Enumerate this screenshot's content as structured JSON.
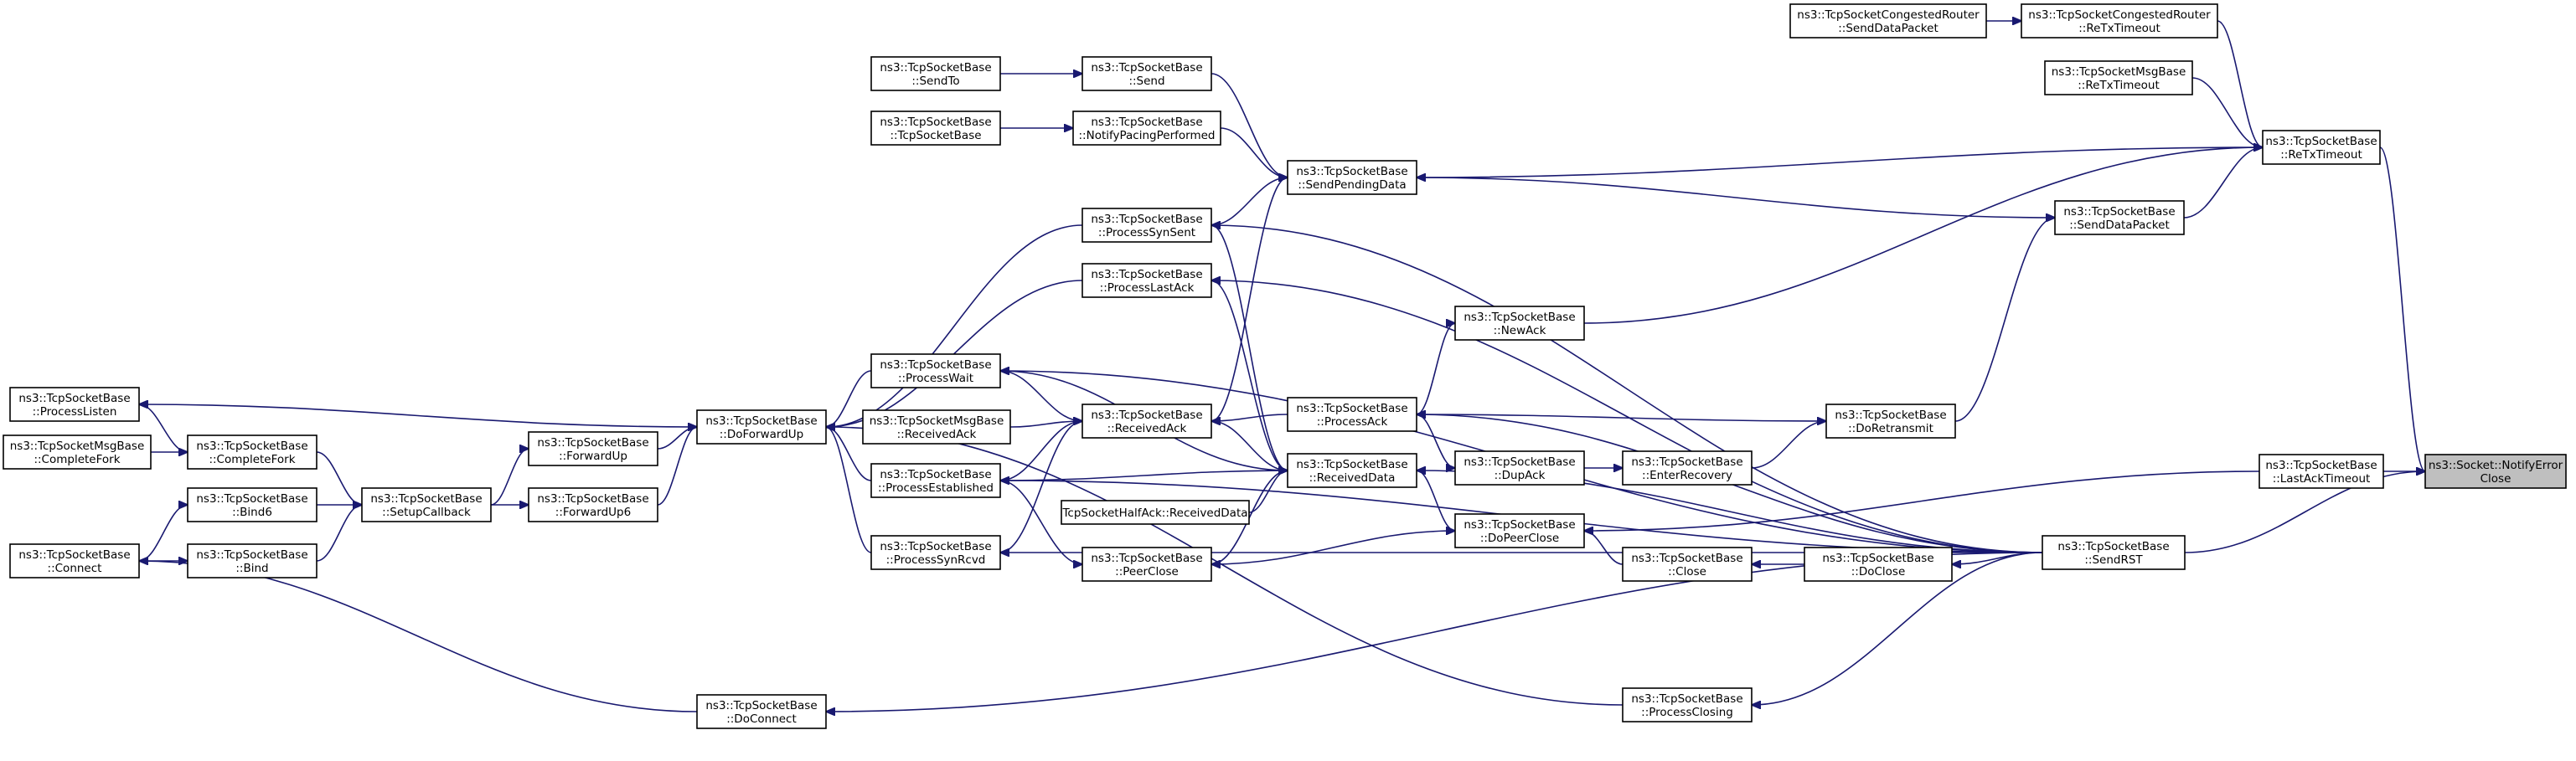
{
  "graph": {
    "nodes": [
      {
        "id": "notifyErrorClose",
        "lines": [
          "ns3::Socket::NotifyError",
          "Close"
        ],
        "focus": true
      },
      {
        "id": "retxTimeout",
        "lines": [
          "ns3::TcpSocketBase",
          "::ReTxTimeout"
        ]
      },
      {
        "id": "lastAckTimeout",
        "lines": [
          "ns3::TcpSocketBase",
          "::LastAckTimeout"
        ]
      },
      {
        "id": "sendRST",
        "lines": [
          "ns3::TcpSocketBase",
          "::SendRST"
        ]
      },
      {
        "id": "congRetx",
        "lines": [
          "ns3::TcpSocketCongestedRouter",
          "::ReTxTimeout"
        ]
      },
      {
        "id": "congSendDataPacket",
        "lines": [
          "ns3::TcpSocketCongestedRouter",
          "::SendDataPacket"
        ]
      },
      {
        "id": "msgRetx",
        "lines": [
          "ns3::TcpSocketMsgBase",
          "::ReTxTimeout"
        ]
      },
      {
        "id": "sendDataPacket",
        "lines": [
          "ns3::TcpSocketBase",
          "::SendDataPacket"
        ]
      },
      {
        "id": "sendPendingData",
        "lines": [
          "ns3::TcpSocketBase",
          "::SendPendingData"
        ]
      },
      {
        "id": "send",
        "lines": [
          "ns3::TcpSocketBase",
          "::Send"
        ]
      },
      {
        "id": "sendTo",
        "lines": [
          "ns3::TcpSocketBase",
          "::SendTo"
        ]
      },
      {
        "id": "notifyPacing",
        "lines": [
          "ns3::TcpSocketBase",
          "::NotifyPacingPerformed"
        ]
      },
      {
        "id": "tcpSocketBaseCtor",
        "lines": [
          "ns3::TcpSocketBase",
          "::TcpSocketBase"
        ]
      },
      {
        "id": "processSynSent",
        "lines": [
          "ns3::TcpSocketBase",
          "::ProcessSynSent"
        ]
      },
      {
        "id": "processLastAck",
        "lines": [
          "ns3::TcpSocketBase",
          "::ProcessLastAck"
        ]
      },
      {
        "id": "newAck",
        "lines": [
          "ns3::TcpSocketBase",
          "::NewAck"
        ]
      },
      {
        "id": "processWait",
        "lines": [
          "ns3::TcpSocketBase",
          "::ProcessWait"
        ]
      },
      {
        "id": "receivedAck",
        "lines": [
          "ns3::TcpSocketBase",
          "::ReceivedAck"
        ]
      },
      {
        "id": "processAck",
        "lines": [
          "ns3::TcpSocketBase",
          "::ProcessAck"
        ]
      },
      {
        "id": "doRetransmit",
        "lines": [
          "ns3::TcpSocketBase",
          "::DoRetransmit"
        ]
      },
      {
        "id": "msgReceivedAck",
        "lines": [
          "ns3::TcpSocketMsgBase",
          "::ReceivedAck"
        ]
      },
      {
        "id": "processEstablished",
        "lines": [
          "ns3::TcpSocketBase",
          "::ProcessEstablished"
        ]
      },
      {
        "id": "receivedData",
        "lines": [
          "ns3::TcpSocketBase",
          "::ReceivedData"
        ]
      },
      {
        "id": "dupAck",
        "lines": [
          "ns3::TcpSocketBase",
          "::DupAck"
        ]
      },
      {
        "id": "enterRecovery",
        "lines": [
          "ns3::TcpSocketBase",
          "::EnterRecovery"
        ]
      },
      {
        "id": "halfAckReceivedData",
        "lines": [
          "TcpSocketHalfAck::ReceivedData"
        ]
      },
      {
        "id": "doPeerClose",
        "lines": [
          "ns3::TcpSocketBase",
          "::DoPeerClose"
        ]
      },
      {
        "id": "processSynRcvd",
        "lines": [
          "ns3::TcpSocketBase",
          "::ProcessSynRcvd"
        ]
      },
      {
        "id": "peerClose",
        "lines": [
          "ns3::TcpSocketBase",
          "::PeerClose"
        ]
      },
      {
        "id": "close",
        "lines": [
          "ns3::TcpSocketBase",
          "::Close"
        ]
      },
      {
        "id": "doClose",
        "lines": [
          "ns3::TcpSocketBase",
          "::DoClose"
        ]
      },
      {
        "id": "processClosing",
        "lines": [
          "ns3::TcpSocketBase",
          "::ProcessClosing"
        ]
      },
      {
        "id": "doConnect",
        "lines": [
          "ns3::TcpSocketBase",
          "::DoConnect"
        ]
      },
      {
        "id": "doForwardUp",
        "lines": [
          "ns3::TcpSocketBase",
          "::DoForwardUp"
        ]
      },
      {
        "id": "forwardUp",
        "lines": [
          "ns3::TcpSocketBase",
          "::ForwardUp"
        ]
      },
      {
        "id": "forwardUp6",
        "lines": [
          "ns3::TcpSocketBase",
          "::ForwardUp6"
        ]
      },
      {
        "id": "setupCallback",
        "lines": [
          "ns3::TcpSocketBase",
          "::SetupCallback"
        ]
      },
      {
        "id": "processListen",
        "lines": [
          "ns3::TcpSocketBase",
          "::ProcessListen"
        ]
      },
      {
        "id": "completeFork",
        "lines": [
          "ns3::TcpSocketBase",
          "::CompleteFork"
        ]
      },
      {
        "id": "msgCompleteFork",
        "lines": [
          "ns3::TcpSocketMsgBase",
          "::CompleteFork"
        ]
      },
      {
        "id": "bind6",
        "lines": [
          "ns3::TcpSocketBase",
          "::Bind6"
        ]
      },
      {
        "id": "bind",
        "lines": [
          "ns3::TcpSocketBase",
          "::Bind"
        ]
      },
      {
        "id": "connect",
        "lines": [
          "ns3::TcpSocketBase",
          "::Connect"
        ]
      }
    ],
    "edges": [
      [
        "retxTimeout",
        "notifyErrorClose"
      ],
      [
        "lastAckTimeout",
        "notifyErrorClose"
      ],
      [
        "sendRST",
        "notifyErrorClose"
      ],
      [
        "congRetx",
        "retxTimeout"
      ],
      [
        "congSendDataPacket",
        "congRetx"
      ],
      [
        "msgRetx",
        "retxTimeout"
      ],
      [
        "sendDataPacket",
        "retxTimeout"
      ],
      [
        "retxTimeout",
        "sendPendingData"
      ],
      [
        "newAck",
        "retxTimeout"
      ],
      [
        "doRetransmit",
        "sendDataPacket"
      ],
      [
        "sendPendingData",
        "sendDataPacket"
      ],
      [
        "send",
        "sendPendingData"
      ],
      [
        "sendTo",
        "send"
      ],
      [
        "notifyPacing",
        "sendPendingData"
      ],
      [
        "tcpSocketBaseCtor",
        "notifyPacing"
      ],
      [
        "processSynSent",
        "sendPendingData"
      ],
      [
        "receivedAck",
        "sendPendingData"
      ],
      [
        "processAck",
        "newAck"
      ],
      [
        "processAck",
        "receivedAck"
      ],
      [
        "enterRecovery",
        "doRetransmit"
      ],
      [
        "dupAck",
        "enterRecovery"
      ],
      [
        "processAck",
        "dupAck"
      ],
      [
        "doRetransmit",
        "processAck"
      ],
      [
        "msgReceivedAck",
        "receivedAck"
      ],
      [
        "processWait",
        "receivedAck"
      ],
      [
        "processEstablished",
        "receivedAck"
      ],
      [
        "processSynRcvd",
        "receivedAck"
      ],
      [
        "processSynSent",
        "receivedData"
      ],
      [
        "processLastAck",
        "receivedData"
      ],
      [
        "processWait",
        "receivedData"
      ],
      [
        "receivedAck",
        "receivedData"
      ],
      [
        "processEstablished",
        "receivedData"
      ],
      [
        "halfAckReceivedData",
        "receivedData"
      ],
      [
        "peerClose",
        "receivedData"
      ],
      [
        "receivedData",
        "doPeerClose"
      ],
      [
        "doPeerClose",
        "peerClose"
      ],
      [
        "lastAckTimeout",
        "doPeerClose"
      ],
      [
        "close",
        "doPeerClose"
      ],
      [
        "doClose",
        "close"
      ],
      [
        "sendRST",
        "doClose"
      ],
      [
        "processEstablished",
        "peerClose"
      ],
      [
        "processWait",
        "doForwardUp"
      ],
      [
        "processSynSent",
        "doForwardUp"
      ],
      [
        "processLastAck",
        "doForwardUp"
      ],
      [
        "processEstablished",
        "doForwardUp"
      ],
      [
        "processSynRcvd",
        "doForwardUp"
      ],
      [
        "processClosing",
        "doForwardUp"
      ],
      [
        "doForwardUp",
        "processListen"
      ],
      [
        "forwardUp",
        "doForwardUp"
      ],
      [
        "forwardUp6",
        "doForwardUp"
      ],
      [
        "setupCallback",
        "forwardUp"
      ],
      [
        "setupCallback",
        "forwardUp6"
      ],
      [
        "completeFork",
        "setupCallback"
      ],
      [
        "bind6",
        "setupCallback"
      ],
      [
        "bind",
        "setupCallback"
      ],
      [
        "completeFork",
        "processListen"
      ],
      [
        "msgCompleteFork",
        "completeFork"
      ],
      [
        "connect",
        "bind6"
      ],
      [
        "connect",
        "bind"
      ],
      [
        "doConnect",
        "connect"
      ],
      [
        "sendRST",
        "processClosing"
      ],
      [
        "sendRST",
        "processSynSent"
      ],
      [
        "sendRST",
        "processLastAck"
      ],
      [
        "sendRST",
        "processWait"
      ],
      [
        "sendRST",
        "processEstablished"
      ],
      [
        "sendRST",
        "processSynRcvd"
      ],
      [
        "sendRST",
        "doConnect"
      ],
      [
        "sendRST",
        "processAck"
      ],
      [
        "sendRST",
        "receivedData"
      ]
    ]
  }
}
